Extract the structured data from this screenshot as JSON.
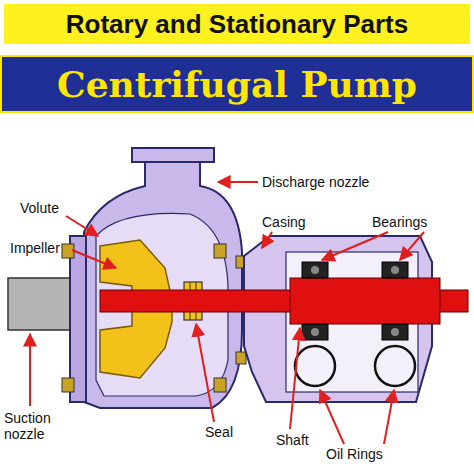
{
  "diagram": {
    "nodes": [
      {
        "text": [
          "Rotary and Stationary Parts"
        ]
      },
      {
        "text": [
          "Centrifugal Pump"
        ]
      }
    ],
    "labels": [
      "Discharge nozzle",
      "Volute",
      "Impeller",
      "Casing",
      "Bearings",
      "Suction nozzle",
      "Seal",
      "Shaft",
      "Oil Rings"
    ]
  }
}
